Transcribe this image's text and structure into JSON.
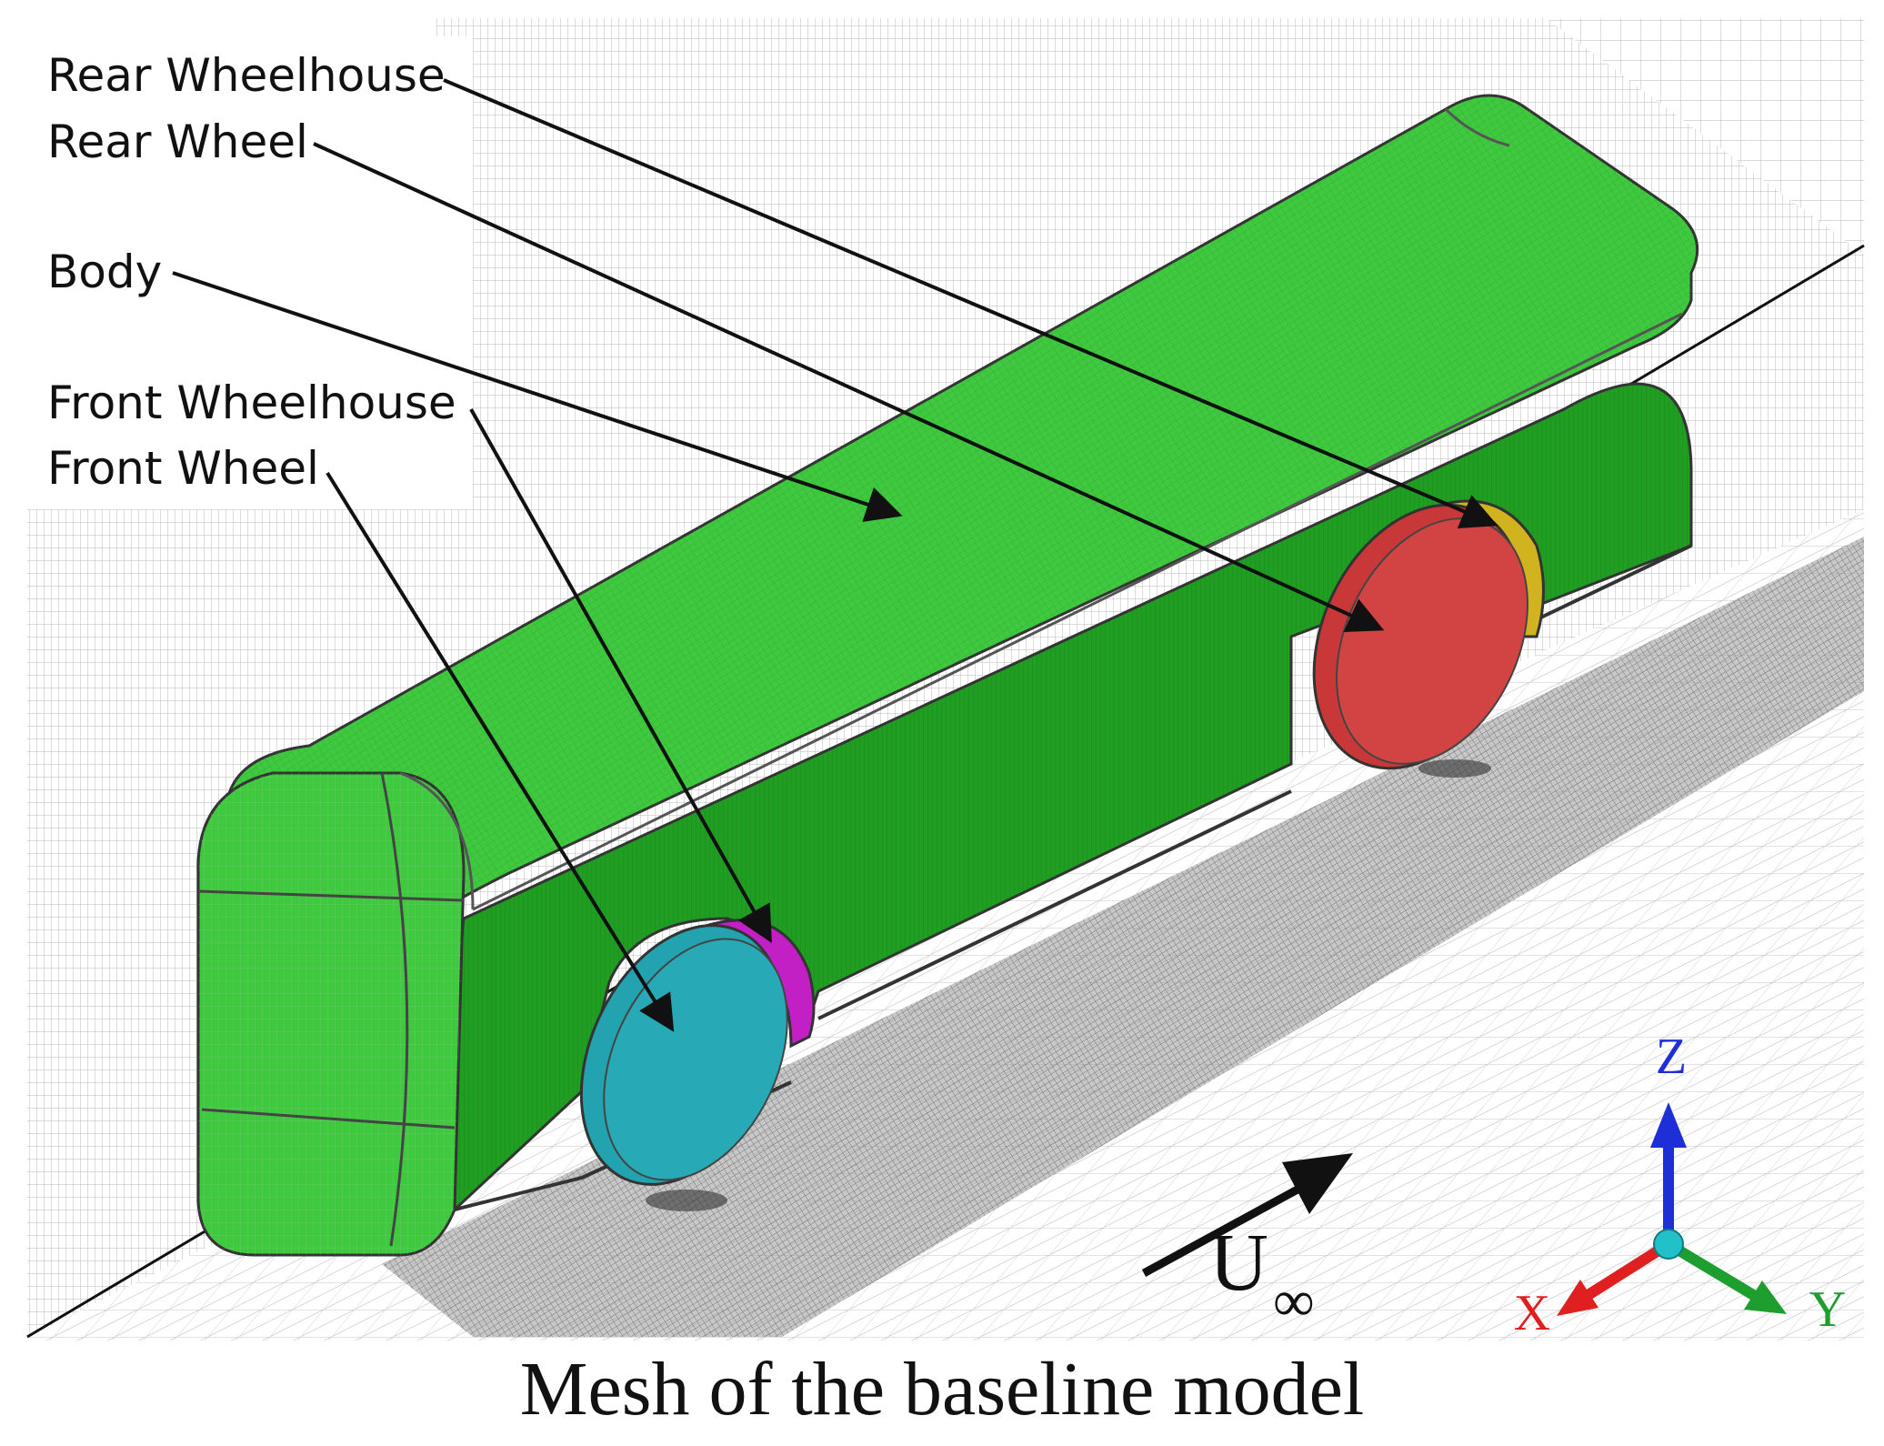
{
  "callouts": {
    "rear_wheelhouse": "Rear Wheelhouse",
    "rear_wheel": "Rear Wheel",
    "body": "Body",
    "front_wheelhouse": "Front Wheelhouse",
    "front_wheel": "Front Wheel"
  },
  "freestream": {
    "symbol": "U",
    "subscript": "∞"
  },
  "axes": {
    "x": "X",
    "y": "Y",
    "z": "Z"
  },
  "caption": "Mesh of the baseline model",
  "colors": {
    "body": "#3ec93e",
    "body_side": "#1f9e22",
    "front_wheel": "#23a3b0",
    "front_wheelhouse": "#c21fc4",
    "rear_wheel": "#c93838",
    "rear_wheelhouse": "#d1b21f",
    "ground_refined": "#8a8a8a",
    "axis_x": "#e02020",
    "axis_y": "#1e9e2e",
    "axis_z": "#1f2fd8",
    "axis_origin": "#22c0c8"
  }
}
